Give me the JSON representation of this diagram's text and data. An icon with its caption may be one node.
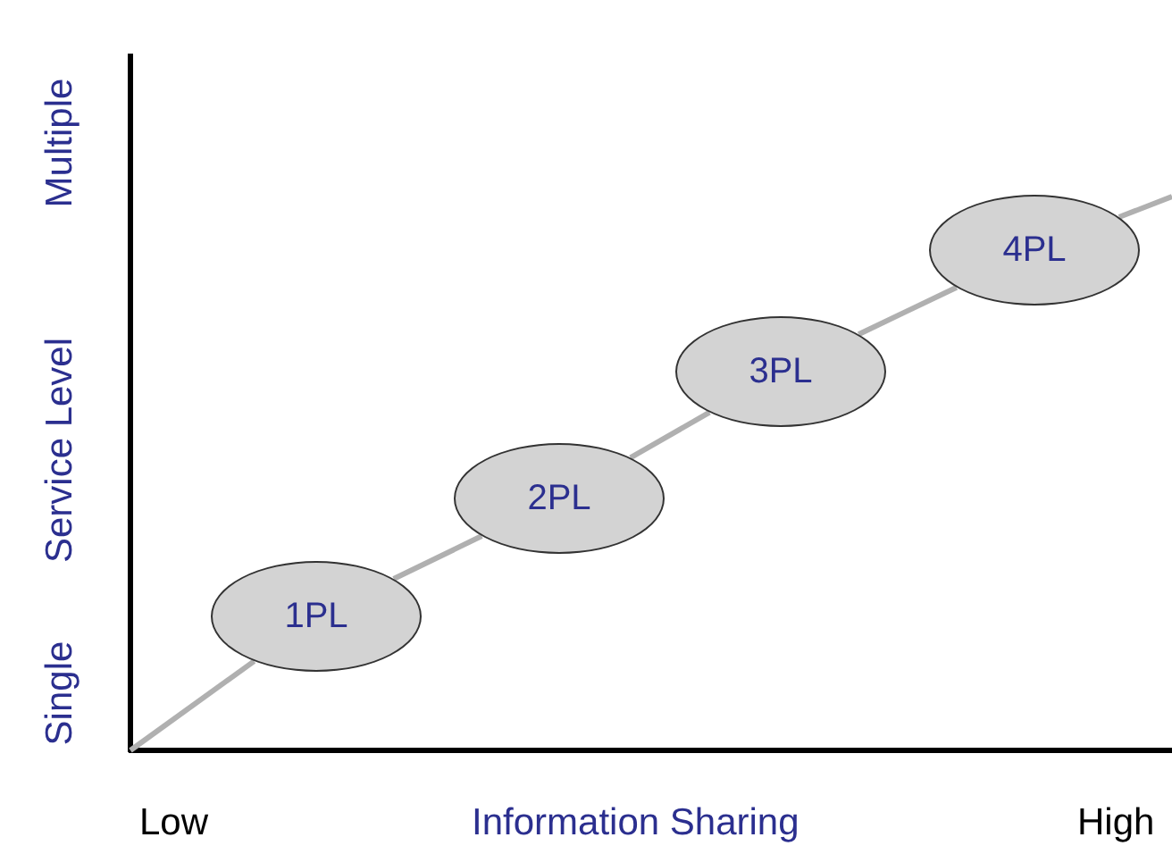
{
  "diagram": {
    "nodes": [
      {
        "text": [
          "1PL"
        ]
      },
      {
        "text": [
          "2PL"
        ]
      },
      {
        "text": [
          "3PL"
        ]
      },
      {
        "text": [
          "4PL"
        ]
      }
    ],
    "edges": [
      {
        "from": null,
        "to": 0,
        "arrow": "none"
      },
      {
        "from": 0,
        "to": 1,
        "arrow": "none"
      },
      {
        "from": 1,
        "to": 2,
        "arrow": "none"
      },
      {
        "from": 2,
        "to": 3,
        "arrow": "none"
      },
      {
        "from": 3,
        "to": null,
        "arrow": "none"
      }
    ],
    "labels": [
      "Multiple",
      "Service Level",
      "Single",
      "Low",
      "Information Sharing",
      "High"
    ]
  }
}
